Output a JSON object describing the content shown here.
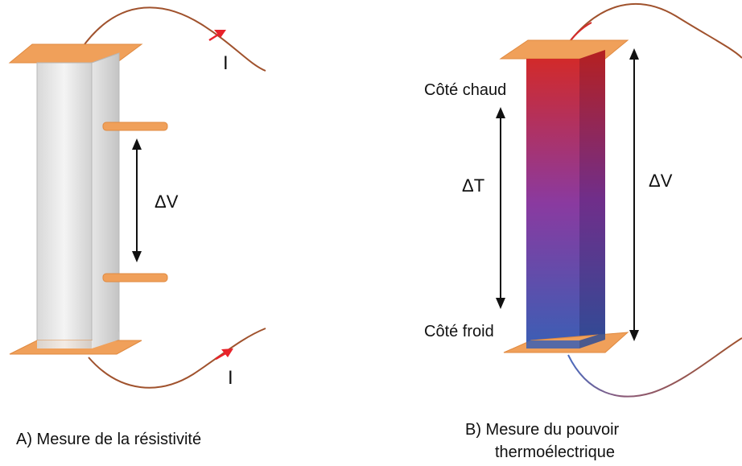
{
  "panel_a": {
    "current_top": "I",
    "current_bottom": "I",
    "voltage": "ΔV",
    "caption": "A) Mesure de la résistivité"
  },
  "panel_b": {
    "hot_side": "Côté chaud",
    "cold_side": "Côté froid",
    "temperature_diff": "ΔT",
    "voltage": "ΔV",
    "caption_line1": "B) Mesure du pouvoir",
    "caption_line2": "thermoélectrique"
  },
  "colors": {
    "contact": "#f0a05a",
    "wire": "#a0522d",
    "current_arrow": "#e8232a",
    "hot": "#d42a2a",
    "cold": "#3c5fb0",
    "bar": "#dcdcdc"
  }
}
